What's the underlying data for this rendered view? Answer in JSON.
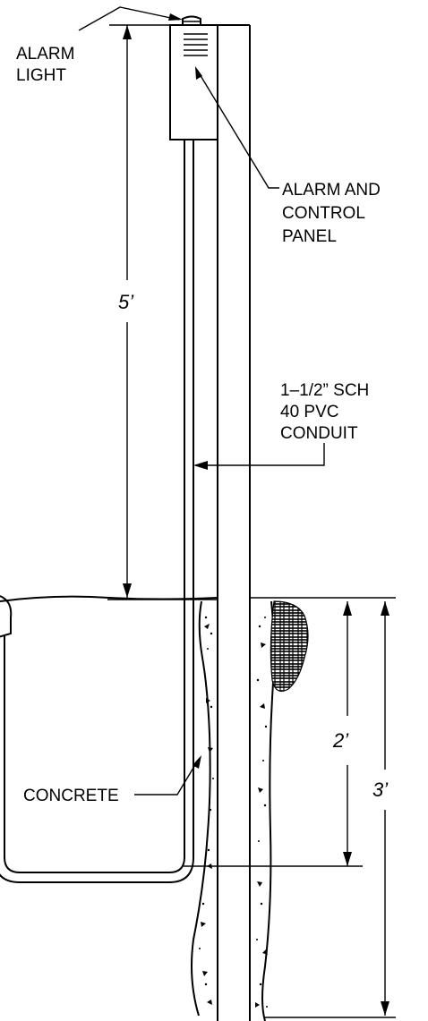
{
  "labels": {
    "alarm_light": [
      "ALARM",
      "LIGHT"
    ],
    "alarm_panel": [
      "ALARM AND",
      "CONTROL",
      "PANEL"
    ],
    "conduit": [
      "1–1/2” SCH",
      "40 PVC",
      "CONDUIT"
    ],
    "concrete": "CONCRETE"
  },
  "dimensions": {
    "above_grade": "5’",
    "panel_depth": "2’",
    "post_depth": "3’"
  }
}
